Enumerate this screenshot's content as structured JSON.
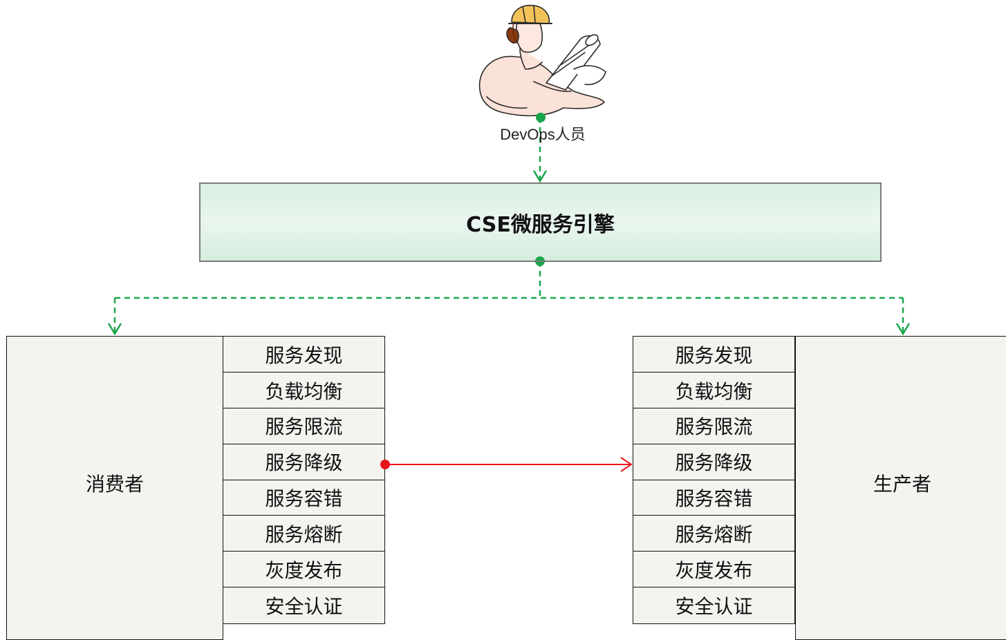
{
  "person": {
    "label": "DevOps人员",
    "icon": "engineer-with-blueprints-icon"
  },
  "engine": {
    "title": "CSE微服务引擎",
    "fill_color": "#e6f4ec"
  },
  "consumer": {
    "label": "消费者",
    "features": [
      "服务发现",
      "负载均衡",
      "服务限流",
      "服务降级",
      "服务容错",
      "服务熔断",
      "灰度发布",
      "安全认证"
    ]
  },
  "producer": {
    "label": "生产者",
    "features": [
      "服务发现",
      "负载均衡",
      "服务限流",
      "服务降级",
      "服务容错",
      "服务熔断",
      "灰度发布",
      "安全认证"
    ]
  },
  "colors": {
    "green_connector": "#1aa64a",
    "red_connector": "#e8141c",
    "box_border": "#111111",
    "box_fill": "#f4f3f0"
  }
}
